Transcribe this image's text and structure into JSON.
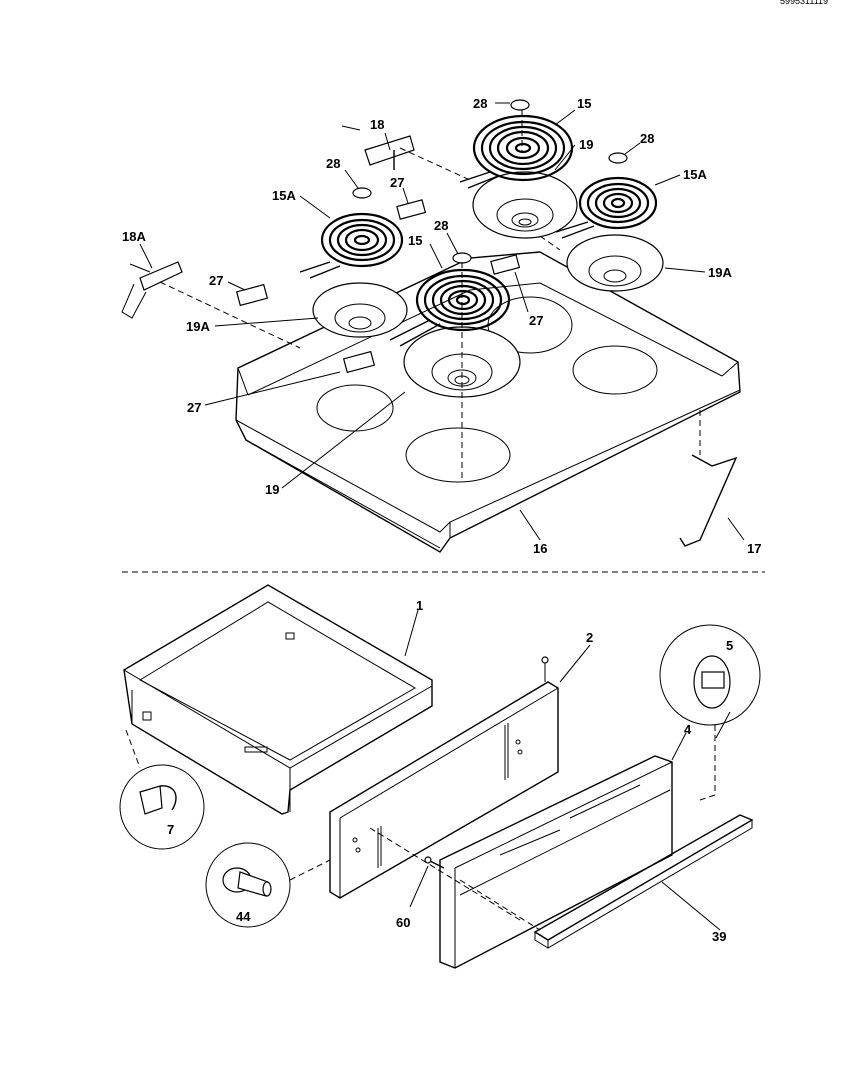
{
  "corner_code": "5995311119",
  "callouts": {
    "c28a": "28",
    "c15a": "15",
    "c18": "18",
    "c19a": "19",
    "c28b": "28",
    "c28c": "28",
    "c15Aa": "15A",
    "c27a": "27",
    "c15Ab": "15A",
    "c18A": "18A",
    "c28d": "28",
    "c15b": "15",
    "c27b": "27",
    "c19Aa": "19A",
    "c19Ab": "19A",
    "c27c": "27",
    "c27d": "27",
    "c19b": "19",
    "c16": "16",
    "c17": "17",
    "c1": "1",
    "c2": "2",
    "c5": "5",
    "c4": "4",
    "c7": "7",
    "c44": "44",
    "c60": "60",
    "c39": "39"
  }
}
